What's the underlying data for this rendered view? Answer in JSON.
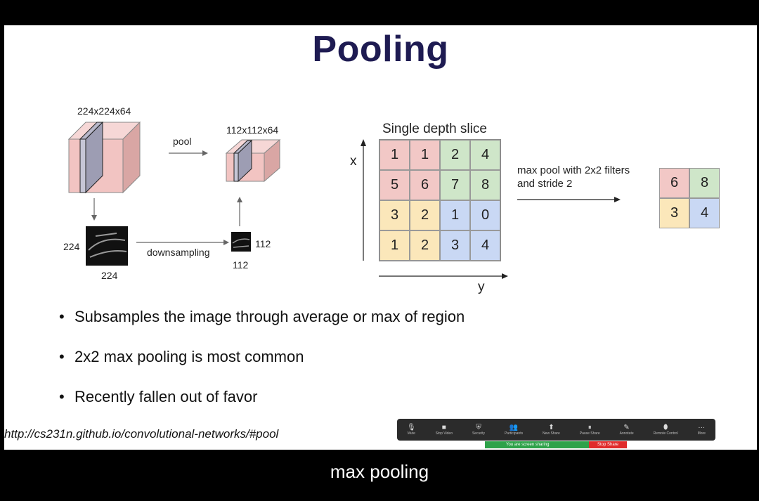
{
  "slide": {
    "title": "Pooling",
    "diagram": {
      "input_volume_label": "224x224x64",
      "pool_label": "pool",
      "output_volume_label": "112x112x64",
      "input_side_label": "224",
      "input_bottom_label": "224",
      "downsampling_label": "downsampling",
      "output_side_label": "112",
      "output_bottom_label": "112"
    },
    "depth_slice": {
      "title": "Single depth slice",
      "x_label": "x",
      "y_label": "y",
      "rows": [
        [
          "1",
          "1",
          "2",
          "4"
        ],
        [
          "5",
          "6",
          "7",
          "8"
        ],
        [
          "3",
          "2",
          "1",
          "0"
        ],
        [
          "1",
          "2",
          "3",
          "4"
        ]
      ],
      "quadrant_colors": [
        "#f2c8c6",
        "#cfe6c9",
        "#fbe7ba",
        "#c9d8f4"
      ],
      "operation_line1": "max pool with 2x2 filters",
      "operation_line2": "and stride 2",
      "result": [
        [
          "6",
          "8"
        ],
        [
          "3",
          "4"
        ]
      ]
    },
    "bullets": [
      "Subsamples the image through average or max of region",
      "2x2 max pooling is most common",
      "Recently fallen out of favor"
    ],
    "url": "http://cs231n.github.io/convolutional-networks/#pool"
  },
  "zoom_toolbar": {
    "items": [
      {
        "icon": "microphone-icon",
        "glyph": "🎙",
        "label": "Mute"
      },
      {
        "icon": "video-camera-icon",
        "glyph": "■",
        "label": "Stop Video"
      },
      {
        "icon": "shield-icon",
        "glyph": "⛨",
        "label": "Security"
      },
      {
        "icon": "participants-icon",
        "glyph": "👥",
        "label": "Participants"
      },
      {
        "icon": "new-share-icon",
        "glyph": "⬆",
        "label": "New Share"
      },
      {
        "icon": "pause-icon",
        "glyph": "⏸",
        "label": "Pause Share"
      },
      {
        "icon": "pencil-icon",
        "glyph": "✎",
        "label": "Annotate"
      },
      {
        "icon": "remote-control-icon",
        "glyph": "⬮",
        "label": "Remote Control"
      },
      {
        "icon": "more-icon",
        "glyph": "···",
        "label": "More"
      }
    ],
    "share_status": "You are screen sharing",
    "stop_share_label": "Stop Share"
  },
  "caption": "max pooling"
}
